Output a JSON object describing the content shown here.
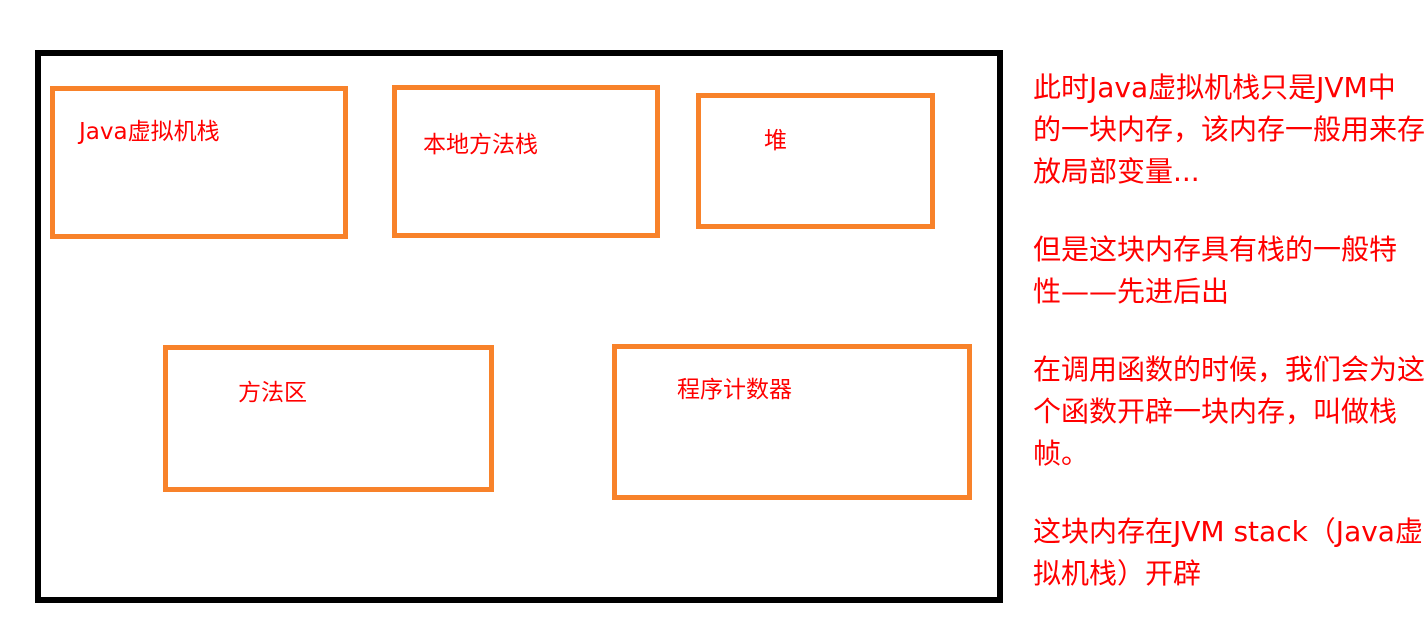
{
  "colors": {
    "frame_border": "#000000",
    "box_border": "#F8822A",
    "text_red": "#FF0000",
    "background": "#FFFFFF"
  },
  "diagram": {
    "boxes": [
      {
        "label": "Java虚拟机栈"
      },
      {
        "label": "本地方法栈"
      },
      {
        "label": "堆"
      },
      {
        "label": "方法区"
      },
      {
        "label": "程序计数器"
      }
    ]
  },
  "notes": {
    "paragraphs": [
      {
        "lines": [
          "此时Java虚拟机栈只是JVM中",
          "的一块内存，该内存一般用来存",
          "放局部变量..."
        ]
      },
      {
        "lines": [
          "但是这块内存具有栈的一般特",
          "性——先进后出"
        ]
      },
      {
        "lines": [
          "在调用函数的时候，我们会为这",
          "个函数开辟一块内存，叫做栈",
          "帧。"
        ]
      },
      {
        "lines": [
          "这块内存在JVM stack（Java虚",
          "拟机栈）开辟"
        ]
      }
    ]
  }
}
